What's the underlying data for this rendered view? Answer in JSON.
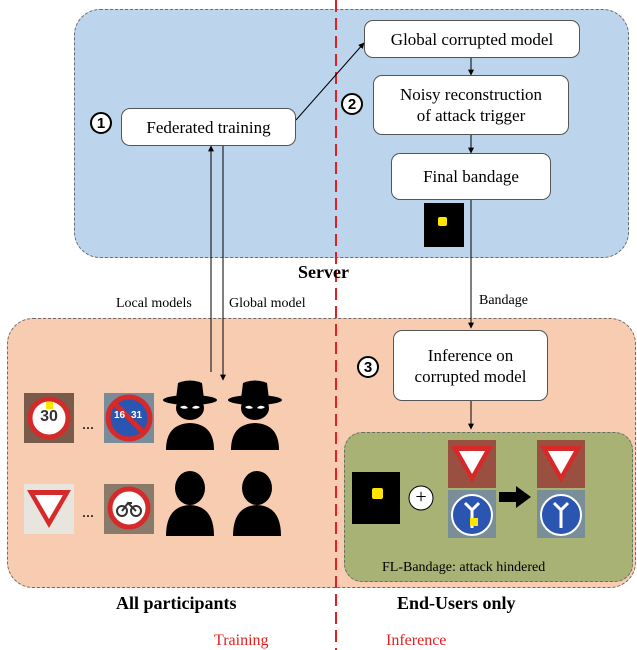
{
  "boxes": {
    "federated": "Federated training",
    "global_corrupted": "Global corrupted model",
    "noisy": "Noisy reconstruction\nof attack trigger",
    "final": "Final bandage",
    "inference": "Inference on\ncorrupted model"
  },
  "steps": {
    "one": "1",
    "two": "2",
    "three": "3"
  },
  "labels": {
    "server": "Server",
    "local_models": "Local models",
    "global_model": "Global model",
    "bandage": "Bandage",
    "all_participants": "All participants",
    "end_users": "End-Users only",
    "fl_bandage": "FL-Bandage: attack hindered",
    "training": "Training",
    "inference": "Inference",
    "ellipsis1": "...",
    "ellipsis2": "...",
    "sign_30": "30",
    "sign_16": "16",
    "sign_31": "31",
    "plus": "+"
  },
  "colors": {
    "server_bg": "#bcd4ec",
    "participants_bg": "#f8ccb0",
    "enduser_bg": "#a9b275",
    "divider": "#e32020"
  }
}
